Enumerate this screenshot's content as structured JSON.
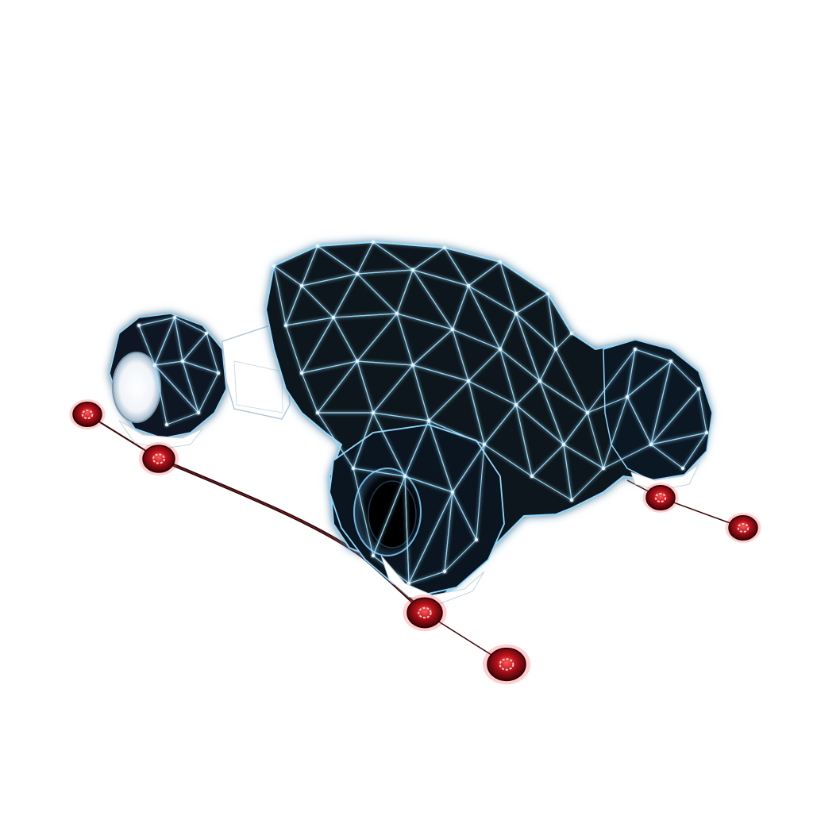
{
  "scene": {
    "subject": "wireframe-vehicle-model",
    "colors": {
      "background": "#ffffff",
      "body_fill": "#0a1722",
      "body_fill_dark": "#03070c",
      "wire_glow": "#7fd0ff",
      "wire_core": "#d9f1ff",
      "handle_red": "#c0141c",
      "handle_glow": "#ff3b3b",
      "line_dark": "#3a0608"
    },
    "handles": [
      {
        "name": "handle-front-left-outer"
      },
      {
        "name": "handle-front-left-inner"
      },
      {
        "name": "handle-rear-left-inner"
      },
      {
        "name": "handle-rear-left-outer"
      },
      {
        "name": "handle-rear-right-inner"
      },
      {
        "name": "handle-rear-right-outer"
      }
    ]
  }
}
